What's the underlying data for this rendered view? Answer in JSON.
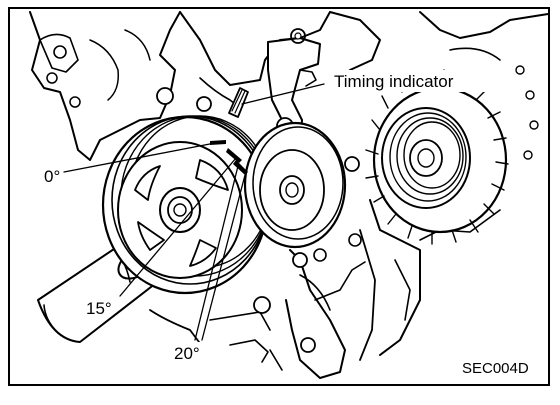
{
  "labels": {
    "timing_indicator": "Timing indicator",
    "mark_0": "0°",
    "mark_15": "15°",
    "mark_20": "20°",
    "figure_code": "SEC004D"
  },
  "colors": {
    "ink": "#000000",
    "paper": "#ffffff"
  }
}
